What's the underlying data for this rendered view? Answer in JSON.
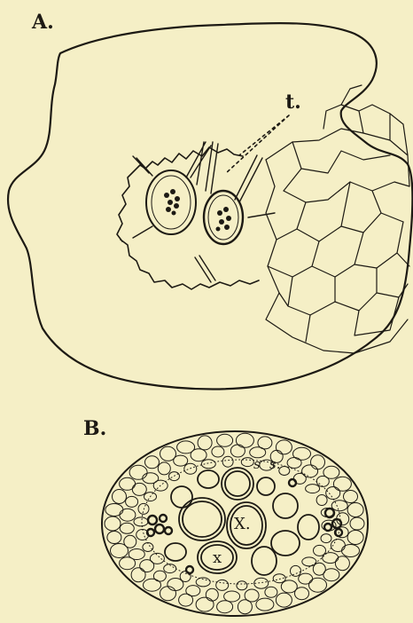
{
  "figure": {
    "panel_a": {
      "label": "A.",
      "annotation_t": "t."
    },
    "panel_b": {
      "label": "B.",
      "label_x_upper": "X.",
      "label_x_lower": "x",
      "label_s1": "s",
      "label_s2": "s."
    }
  },
  "colors": {
    "paper": "#f5efc6",
    "ink": "#1d1a14"
  }
}
